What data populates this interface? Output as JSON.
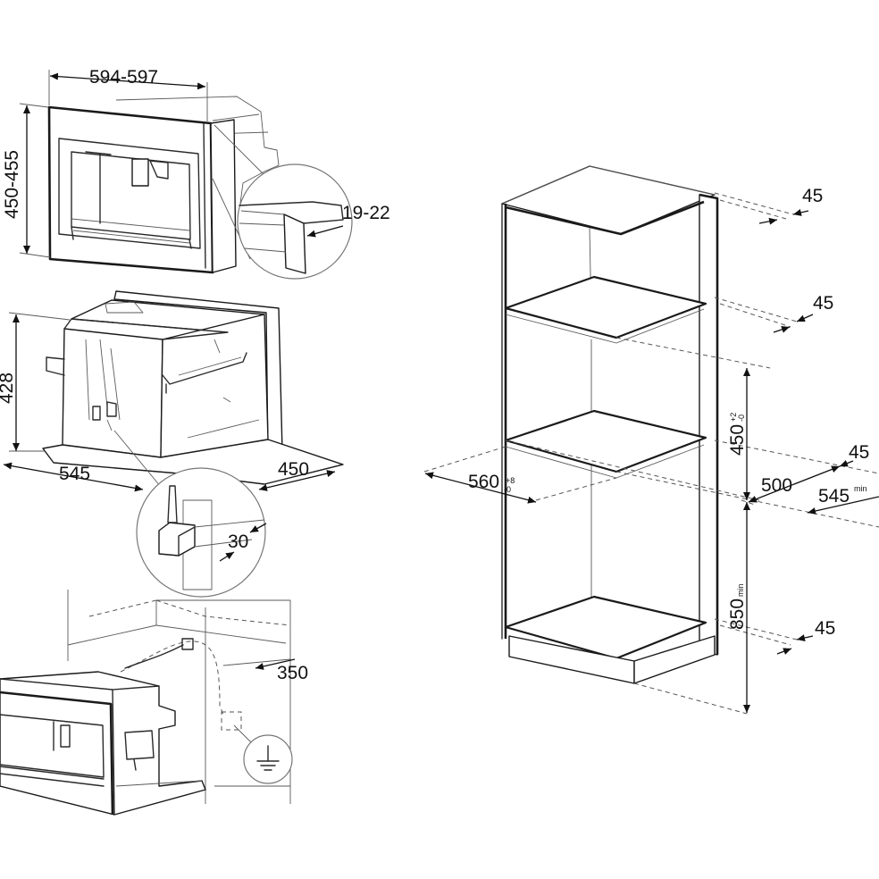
{
  "colors": {
    "line": "#1a1a1a",
    "fill": "#ffffff",
    "shade": "#ececec"
  },
  "icons": [
    "ground-symbol-icon"
  ],
  "top_view": {
    "width_label": "594-597",
    "height_label": "450-455",
    "gap_label": "19-22"
  },
  "middle_view": {
    "height_label": "428",
    "depth_label": "545",
    "side_label": "450",
    "plug_label": "30"
  },
  "bottom_view": {
    "cable_label": "350"
  },
  "cabinet": {
    "top_recess": "45",
    "upper_recess": "45",
    "niche_height_main": "450",
    "niche_height_tol_plus": "+2",
    "niche_height_tol_minus": "-0",
    "middle_recess": "45",
    "inner_depth": "500",
    "depth_main": "545",
    "depth_suffix": "min",
    "width_main": "560",
    "width_tol_plus": "+8",
    "width_tol_minus": "-0",
    "floor_height_main": "850",
    "floor_height_suffix": "min",
    "bottom_recess": "45"
  }
}
